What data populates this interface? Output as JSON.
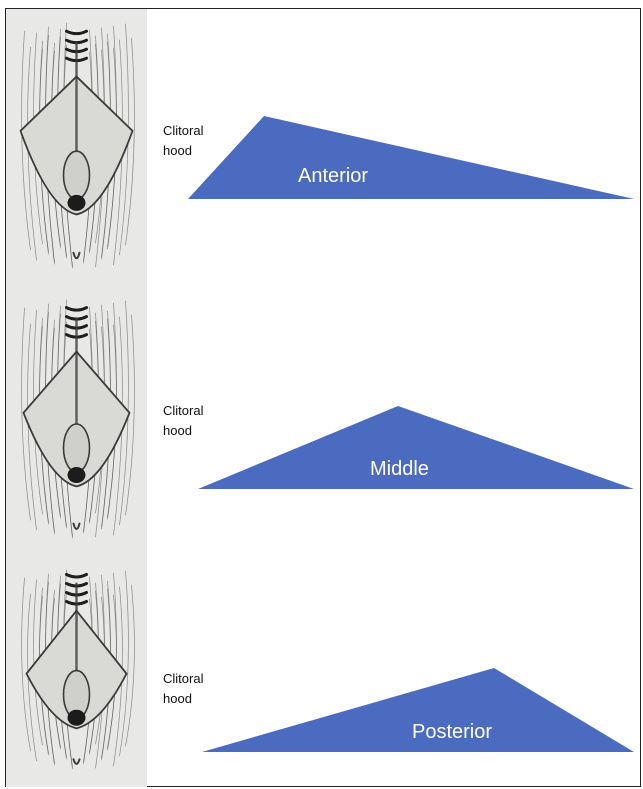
{
  "panels": [
    {
      "label": "Anterior",
      "hood_line1": "Clitoral",
      "hood_line2": "hood"
    },
    {
      "label": "Middle",
      "hood_line1": "Clitoral",
      "hood_line2": "hood"
    },
    {
      "label": "Posterior",
      "hood_line1": "Clitoral",
      "hood_line2": "hood"
    }
  ],
  "colors": {
    "triangle_fill": "#4a6bbf",
    "sketch_background": "#e8e8e6",
    "pencil": "#3a3a3a"
  }
}
